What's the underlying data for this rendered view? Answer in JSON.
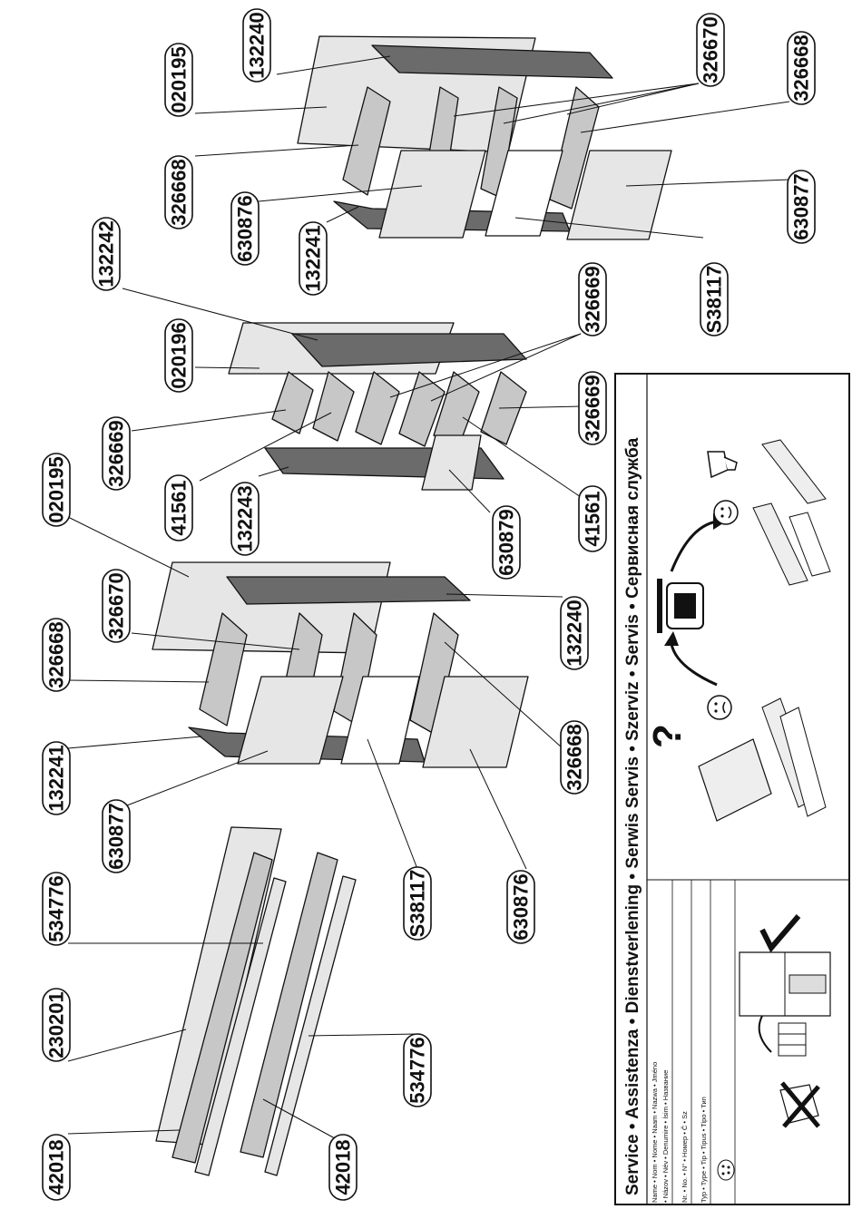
{
  "part_labels": {
    "p_020195_top": "020195",
    "p_132240_top": "132240",
    "p_326670_top": "326670",
    "p_326668_top_right": "326668",
    "p_326668_top_left": "326668",
    "p_630876_top": "630876",
    "p_132241_top": "132241",
    "p_630877_top": "630877",
    "p_S38117_top": "S38117",
    "p_132242": "132242",
    "p_020196": "020196",
    "p_326669_right": "326669",
    "p_326669_left": "326669",
    "p_326669_lower": "326669",
    "p_41561_left": "41561",
    "p_41561_right": "41561",
    "p_132243": "132243",
    "p_630879": "630879",
    "p_020195_mid": "020195",
    "p_326670_mid": "326670",
    "p_326668_mid": "326668",
    "p_132241_mid": "132241",
    "p_630877_mid": "630877",
    "p_132240_mid": "132240",
    "p_326668_mid_lower": "326668",
    "p_S38117_mid": "S38117",
    "p_630876_mid": "630876",
    "p_534776_a": "534776",
    "p_230201": "230201",
    "p_42018_a": "42018",
    "p_534776_b": "534776",
    "p_42018_b": "42018"
  },
  "service": {
    "title": "Service • Assistenza • Dienstverlening • Serwis Servis • Szerviz • Servis • Сервисная служба",
    "name_label_1": "Name • Nom • Nome • Naam • Nazwa • Jméno",
    "name_label_2": "• Názov • Név • Denumire • İsim • Название",
    "number_label": "Nr. • No. • N° • Номер • Č • Sz",
    "type_label": "Typ • Type • Tip • Tipus • Tipo • Тип"
  },
  "colors": {
    "line": "#111111",
    "panel_light": "#e6e6e6",
    "panel_mid": "#c7c7c7",
    "panel_dark": "#6b6b6b"
  }
}
